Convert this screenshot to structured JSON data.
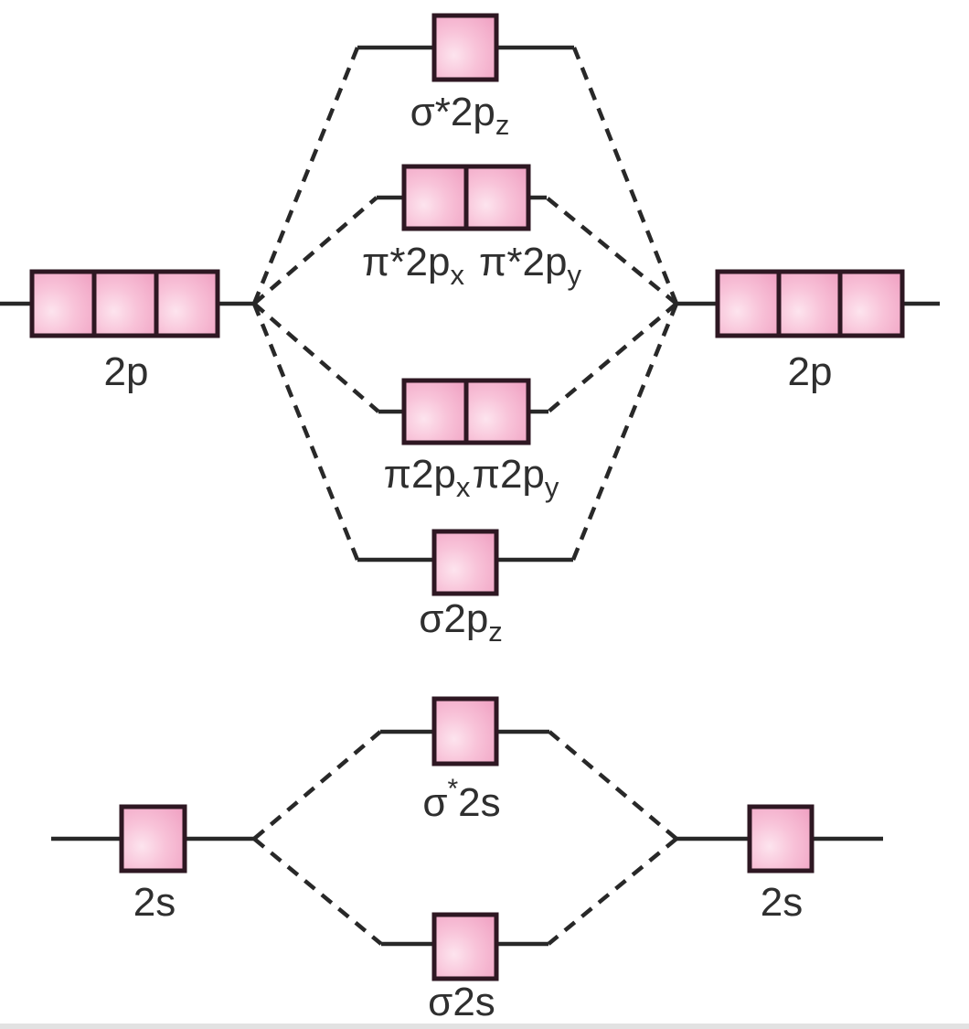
{
  "colors": {
    "background": "#ffffff",
    "box_fill_highlight": "#fde4ee",
    "box_fill_mid": "#f8c2d8",
    "box_fill_deep": "#f0a2c3",
    "box_border": "#2e1722",
    "line": "#282828",
    "text": "#2f2f2f",
    "bottom_edge": "#e2e2e2"
  },
  "p_section": {
    "left_atomic_label": "2p",
    "right_atomic_label": "2p",
    "sigma_star_2pz": {
      "main": "σ*2p",
      "sub": "z"
    },
    "pi_star_2px": {
      "main": "π*2p",
      "sub": "x"
    },
    "pi_star_2py": {
      "main": "π*2p",
      "sub": "y"
    },
    "pi_2px": {
      "main": "π2p",
      "sub": "x"
    },
    "pi_2py": {
      "main": "π2p",
      "sub": "y"
    },
    "sigma_2pz": {
      "main": "σ2p",
      "sub": "z"
    }
  },
  "s_section": {
    "left_atomic_label": "2s",
    "right_atomic_label": "2s",
    "sigma_star_2s": {
      "sigma": "σ",
      "sup": "*",
      "rest": "2s"
    },
    "sigma_2s": "σ2s"
  }
}
